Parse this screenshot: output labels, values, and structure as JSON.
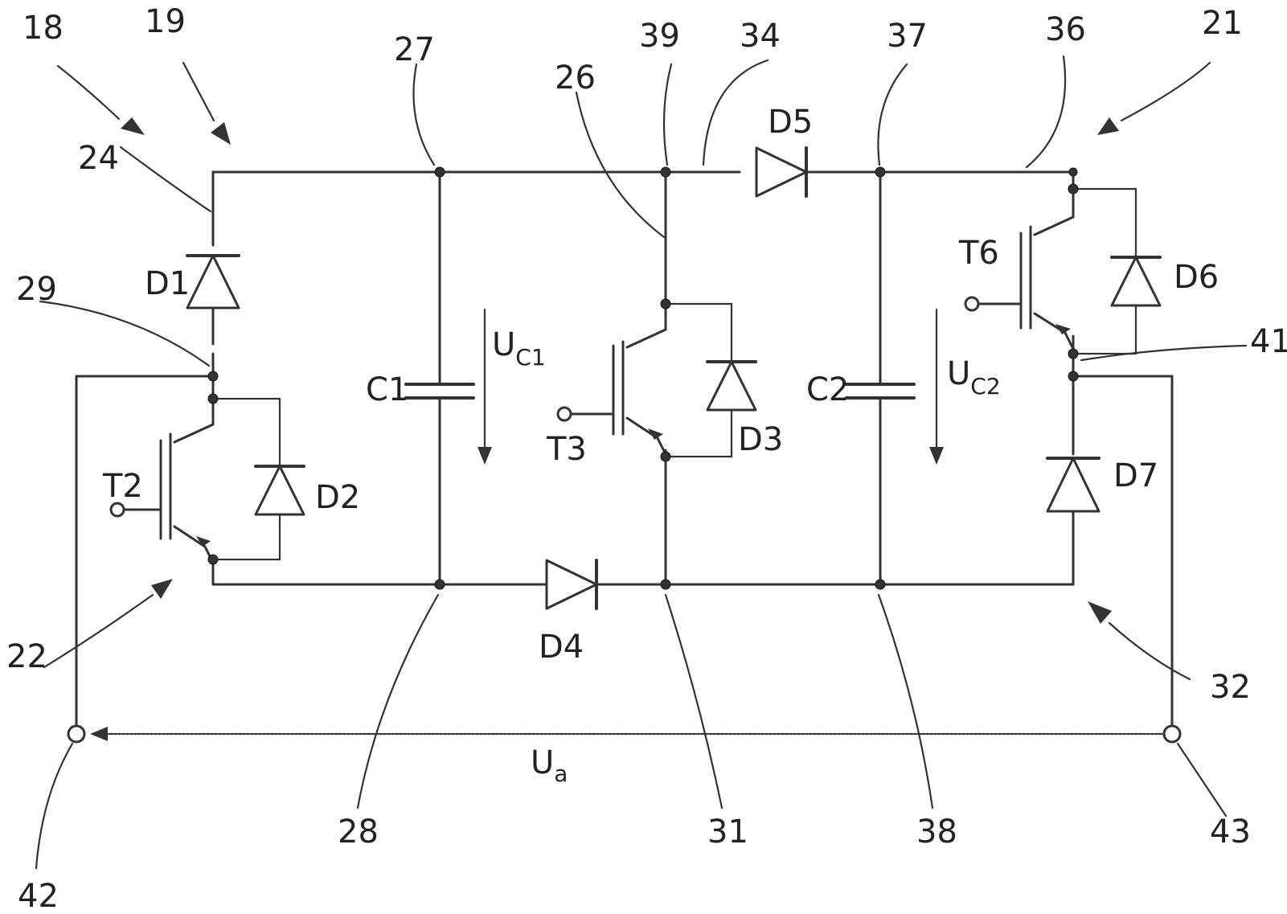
{
  "reference_numerals": {
    "r18": "18",
    "r19": "19",
    "r21": "21",
    "r22": "22",
    "r24": "24",
    "r26": "26",
    "r27": "27",
    "r28": "28",
    "r29": "29",
    "r31": "31",
    "r32": "32",
    "r34": "34",
    "r36": "36",
    "r37": "37",
    "r38": "38",
    "r39": "39",
    "r41": "41",
    "r42": "42",
    "r43": "43"
  },
  "components": {
    "D1": "D1",
    "D2": "D2",
    "D3": "D3",
    "D4": "D4",
    "D5": "D5",
    "D6": "D6",
    "D7": "D7",
    "T2": "T2",
    "T3": "T3",
    "T6": "T6",
    "C1": "C1",
    "C2": "C2"
  },
  "voltages": {
    "uc1_main": "U",
    "uc1_sub": "C1",
    "uc2_main": "U",
    "uc2_sub": "C2",
    "ua_main": "U",
    "ua_sub": "a"
  }
}
